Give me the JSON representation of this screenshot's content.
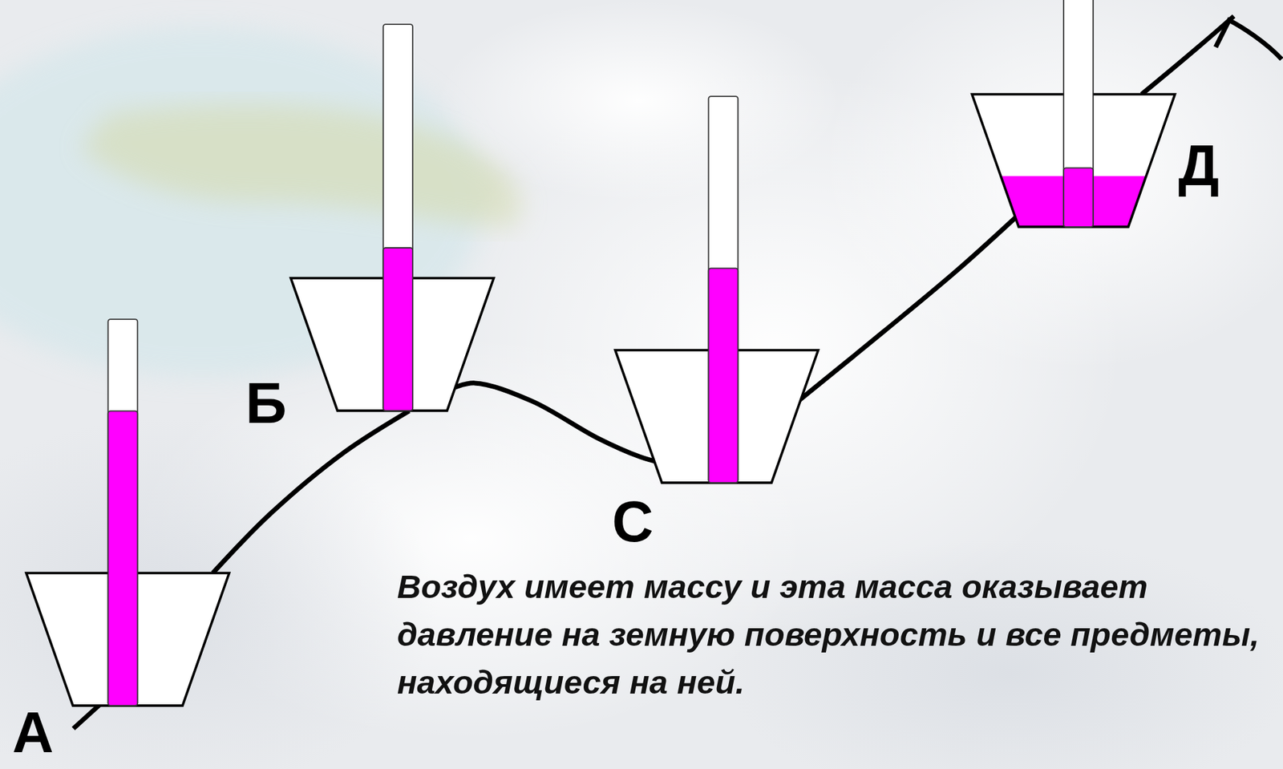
{
  "diagram": {
    "caption": "Воздух имеет массу и эта масса оказывает давление на земную поверхность и все предметы, находящиеся на ней.",
    "nodes": [
      {
        "text": [
          "А"
        ]
      },
      {
        "text": [
          "Б"
        ]
      },
      {
        "text": [
          "С"
        ]
      },
      {
        "text": [
          "Д"
        ]
      }
    ],
    "edges": [
      {
        "from": 0,
        "to": 1,
        "arrow": "none"
      },
      {
        "from": 1,
        "to": 2,
        "arrow": "none"
      },
      {
        "from": 2,
        "to": 3,
        "arrow": "none"
      }
    ]
  }
}
